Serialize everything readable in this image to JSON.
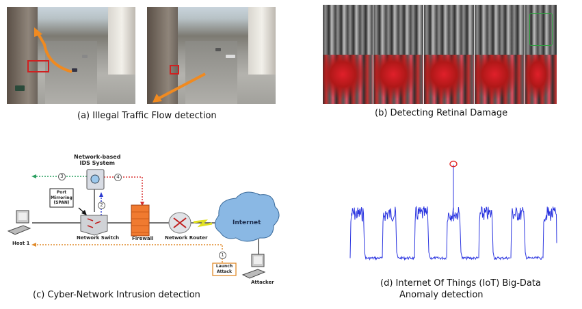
{
  "panels": {
    "a": {
      "caption": "(a) Illegal Traffic Flow detection"
    },
    "b": {
      "caption": "(b) Detecting Retinal Damage"
    },
    "c": {
      "caption": "(c) Cyber-Network Intrusion detection",
      "labels": {
        "ids_line1": "Network-based",
        "ids_line2": "IDS System",
        "port_mirroring_1": "Port",
        "port_mirroring_2": "Mirroring",
        "port_mirroring_3": "(SPAN)",
        "switch": "Network Switch",
        "firewall": "Firewall",
        "router": "Network Router",
        "internet": "Internet",
        "host": "Host 1",
        "launch_1": "Launch",
        "launch_2": "Attack",
        "attacker": "Attacker"
      },
      "steps": [
        "1",
        "2",
        "3",
        "4"
      ],
      "colors": {
        "step1": "#e08a2a",
        "step2": "#2a3ad0",
        "step3": "#2aa060",
        "step4": "#d83030"
      }
    },
    "d": {
      "caption_line1": "(d) Internet Of Things (IoT) Big-Data",
      "caption_line2": "Anomaly detection"
    }
  },
  "chart_data": {
    "type": "line",
    "title": "",
    "xlabel": "",
    "ylabel": "",
    "axes_visible": false,
    "grid": false,
    "cycles": 7,
    "high_level": 0.85,
    "low_level": 0.05,
    "anomaly_cycle": 4,
    "anomaly_value": 1.6,
    "ylim": [
      0,
      1.7
    ],
    "line_color": "#2b35e0",
    "anomaly_marker_color": "#e02020"
  }
}
